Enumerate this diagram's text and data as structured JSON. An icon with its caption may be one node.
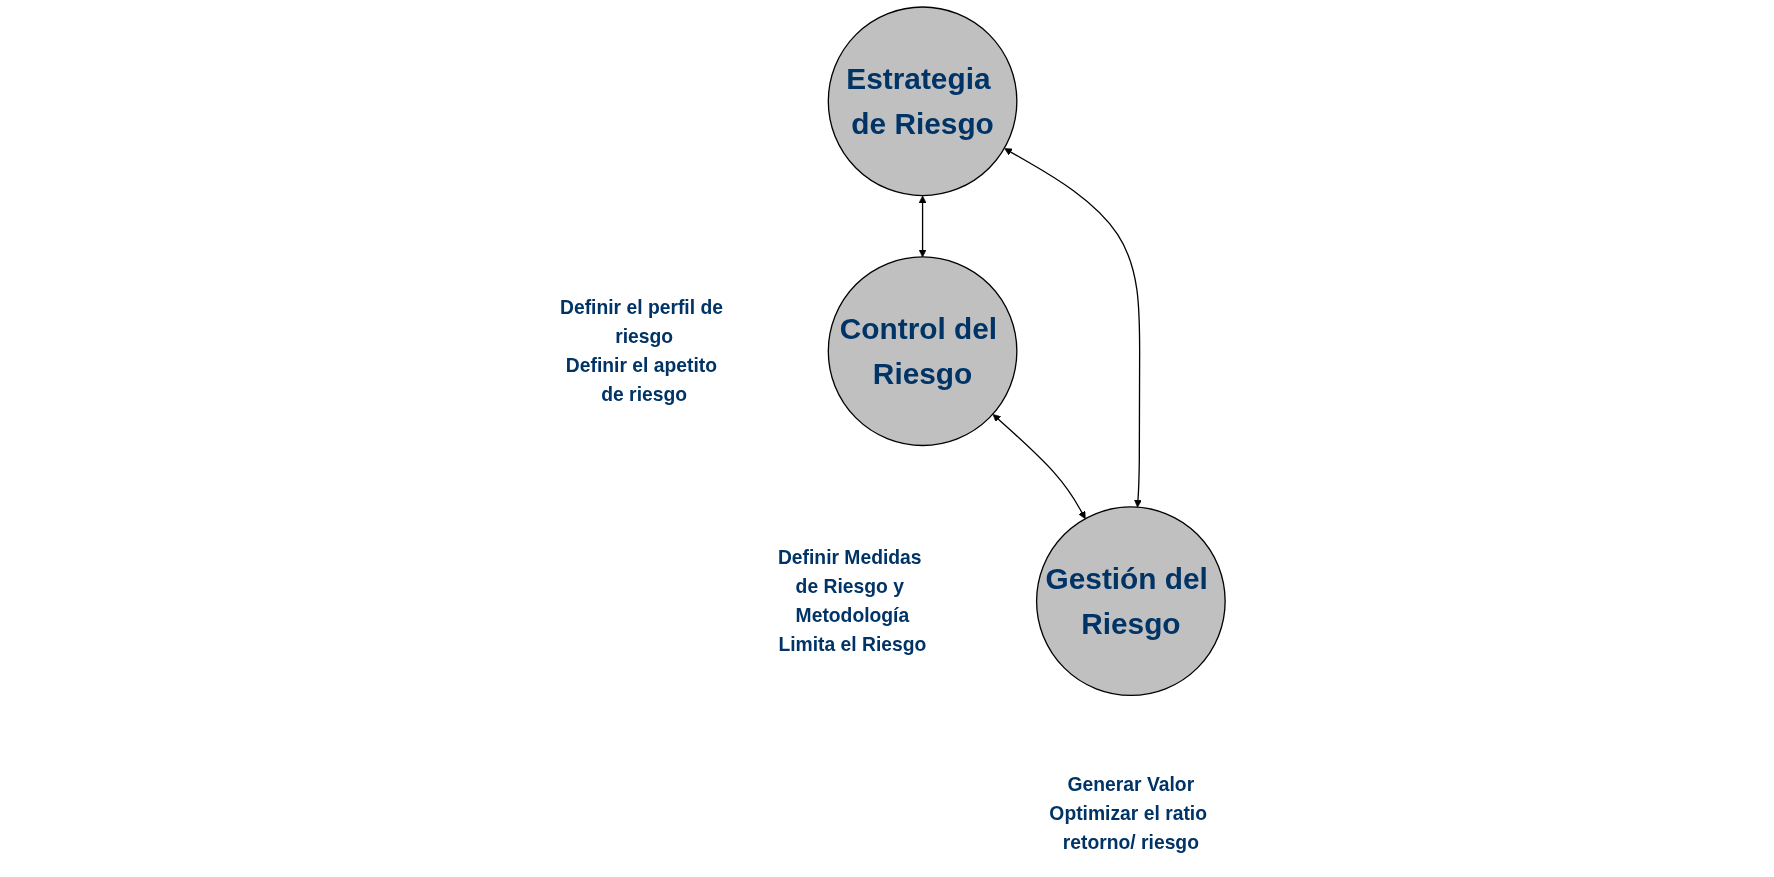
{
  "diagram": {
    "nodes": [
      {
        "text": [
          "Estrategia de Riesgo"
        ],
        "beside": [
          "Definir el perfil de riesgo",
          "Definir el apetito de riesgo"
        ]
      },
      {
        "text": [
          "Control del Riesgo"
        ],
        "beside": [
          "Definir Medidas de Riesgo y Metodología",
          "Limita el Riesgo"
        ]
      },
      {
        "text": [
          "Gestión del Riesgo"
        ],
        "beside": [
          "Generar Valor",
          "Optimizar el ratio retorno/ riesgo"
        ]
      }
    ],
    "edges": [
      {
        "from": 0,
        "to": 1,
        "arrow": "both"
      },
      {
        "from": 0,
        "to": 2,
        "arrow": "both"
      },
      {
        "from": 1,
        "to": 2,
        "arrow": "both"
      }
    ]
  }
}
